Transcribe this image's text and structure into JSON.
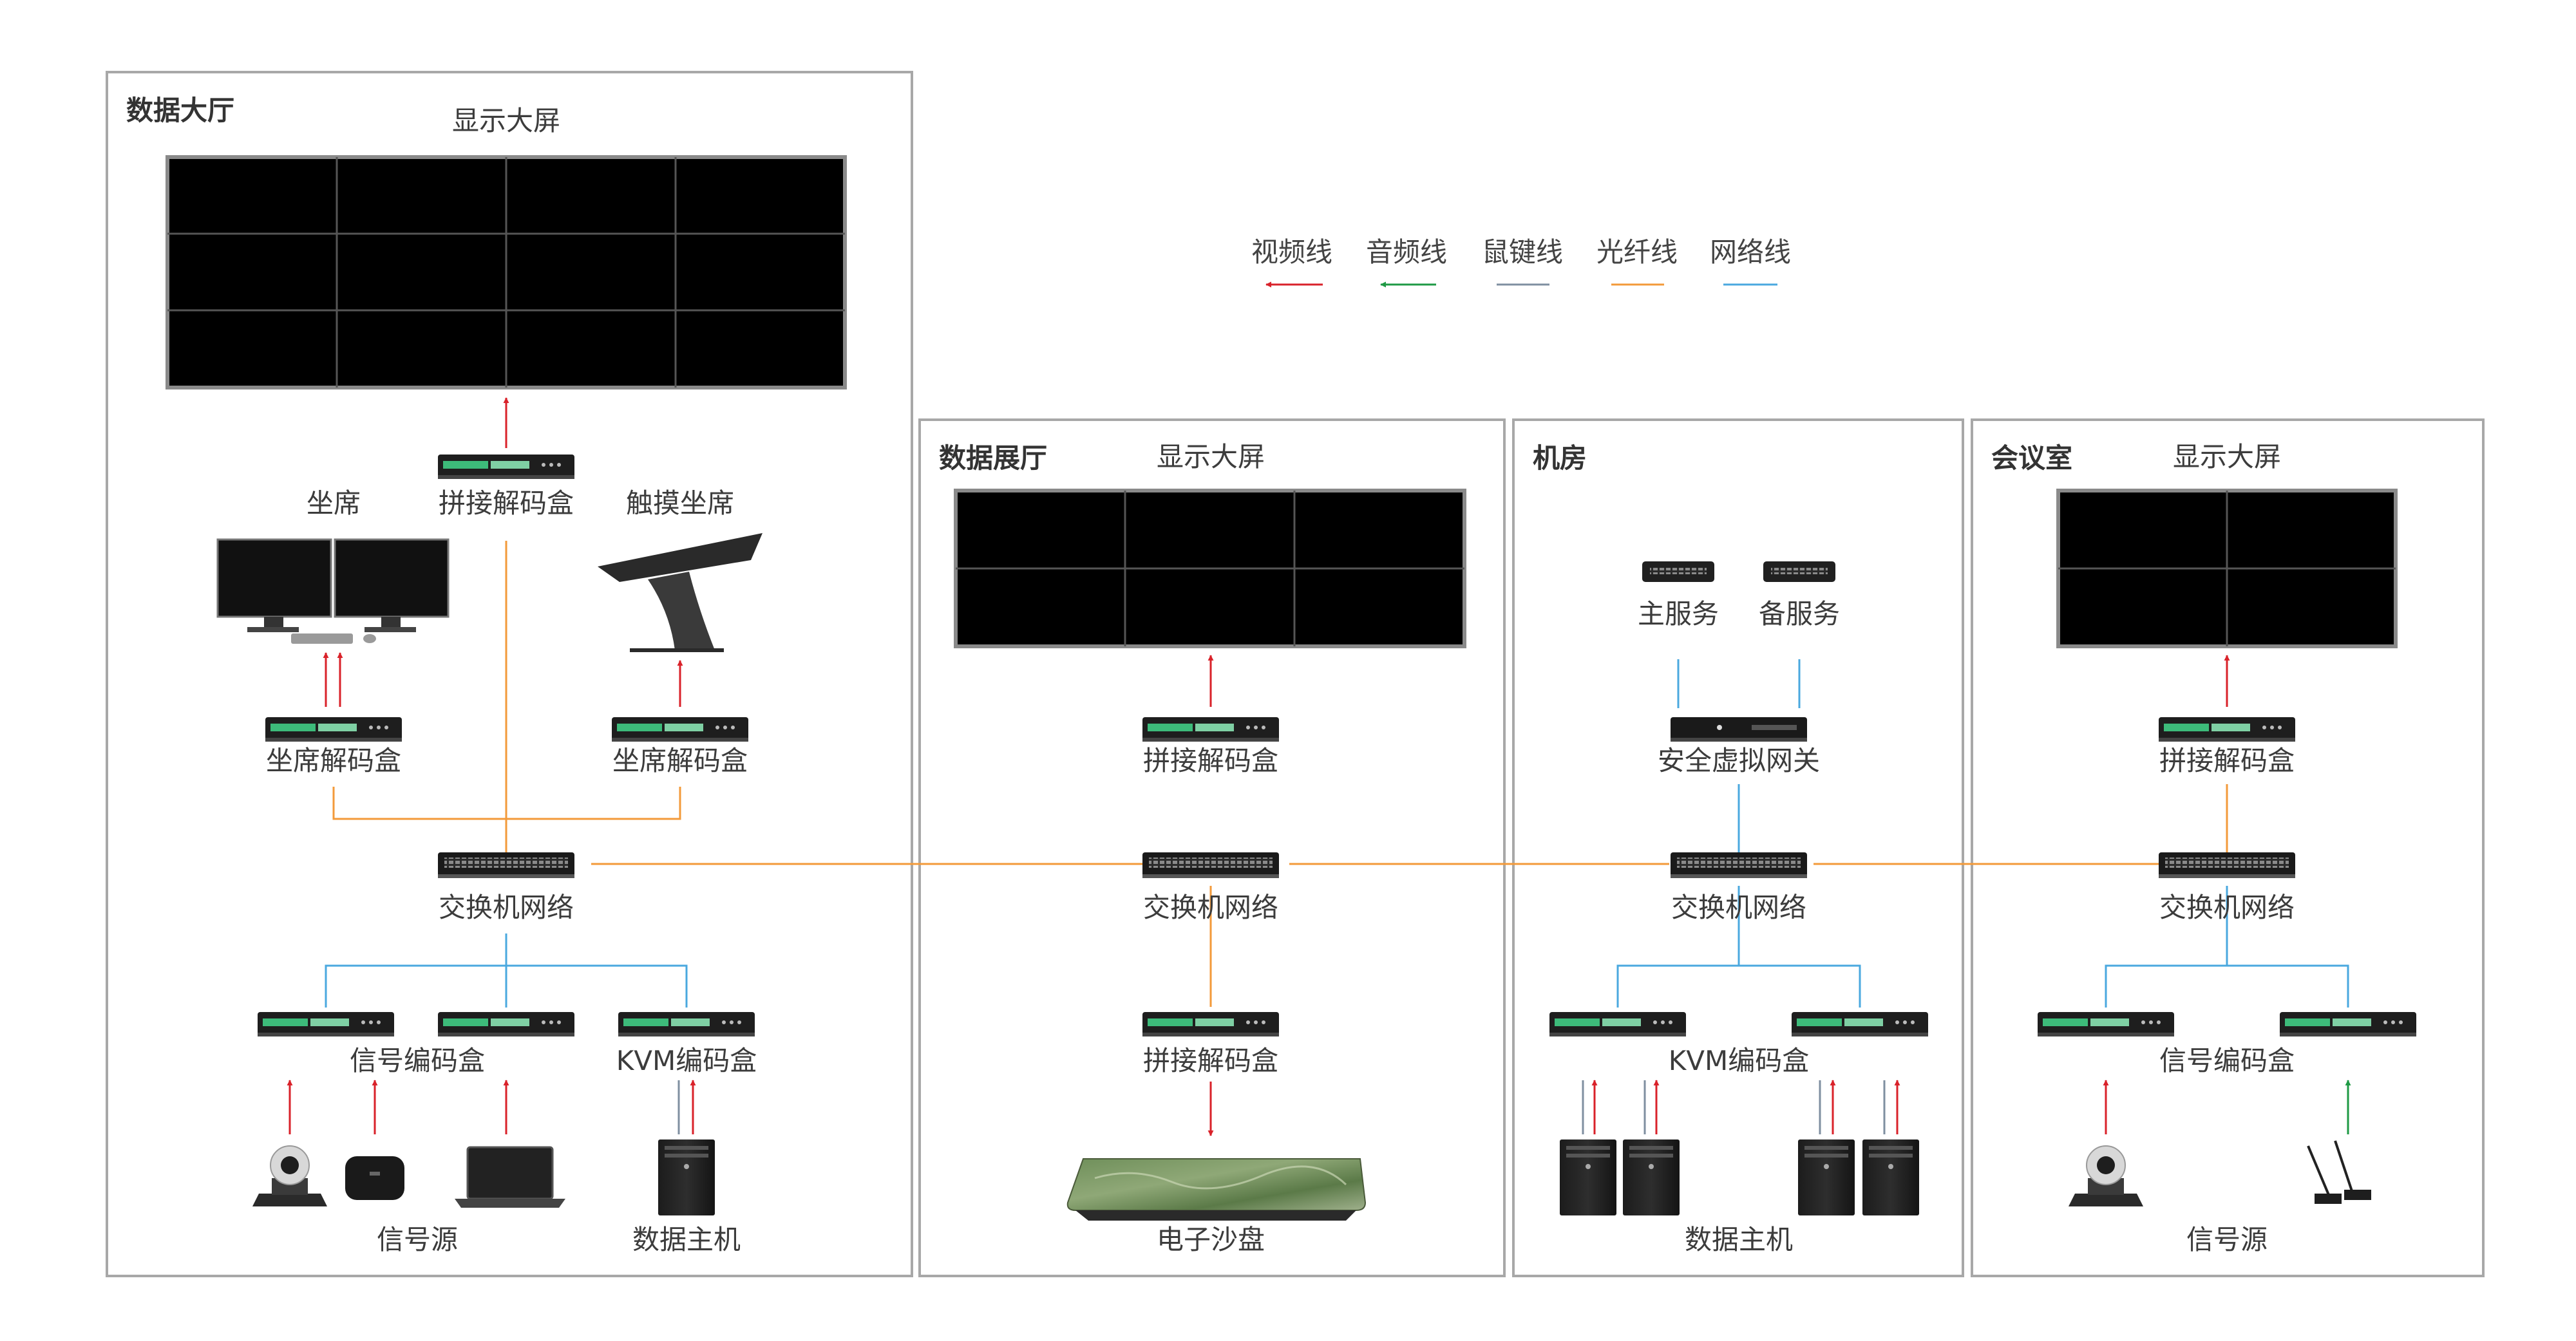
{
  "colors": {
    "video": "#d9222a",
    "audio": "#1f9a45",
    "kvm": "#7f8fa0",
    "fiber": "#f39a3a",
    "network": "#4aa8df",
    "panel_border": "#a8a8a8",
    "screen": "#000000"
  },
  "legend": [
    {
      "label": "视频线",
      "color_key": "video",
      "arrow": true
    },
    {
      "label": "音频线",
      "color_key": "audio",
      "arrow": true
    },
    {
      "label": "鼠键线",
      "color_key": "kvm",
      "arrow": false
    },
    {
      "label": "光纤线",
      "color_key": "fiber",
      "arrow": false
    },
    {
      "label": "网络线",
      "color_key": "network",
      "arrow": false
    }
  ],
  "panels": {
    "hall": {
      "title": "数据大厅",
      "display": "显示大屏",
      "splice_decoder": "拼接解码盒",
      "seat": "坐席",
      "touch_seat": "触摸坐席",
      "seat_decoder_left": "坐席解码盒",
      "seat_decoder_right": "坐席解码盒",
      "switch": "交换机网络",
      "signal_encoder": "信号编码盒",
      "kvm_encoder": "KVM编码盒",
      "signal_source": "信号源",
      "data_host": "数据主机"
    },
    "exhibit": {
      "title": "数据展厅",
      "display": "显示大屏",
      "splice_decoder_top": "拼接解码盒",
      "switch": "交换机网络",
      "splice_decoder_bottom": "拼接解码盒",
      "sandtable": "电子沙盘"
    },
    "machine_room": {
      "title": "机房",
      "main_service": "主服务",
      "backup_service": "备服务",
      "gateway": "安全虚拟网关",
      "switch": "交换机网络",
      "kvm_encoder": "KVM编码盒",
      "data_host": "数据主机"
    },
    "meeting": {
      "title": "会议室",
      "display": "显示大屏",
      "splice_decoder": "拼接解码盒",
      "switch": "交换机网络",
      "signal_encoder": "信号编码盒",
      "signal_source": "信号源"
    }
  }
}
